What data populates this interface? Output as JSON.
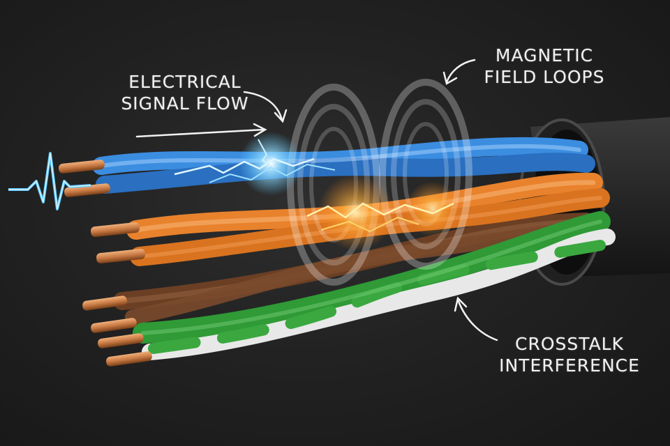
{
  "labels": {
    "electrical": {
      "line1": "ELECTRICAL",
      "line2": "SIGNAL FLOW"
    },
    "magnetic": {
      "line1": "MAGNETIC",
      "line2": "FIELD LOOPS"
    },
    "crosstalk": {
      "line1": "CROSSTALK",
      "line2": "INTERFERENCE"
    }
  },
  "colors": {
    "background": "#1e1e1e",
    "blue_wire": "#2f7fd6",
    "orange_wire": "#e8822c",
    "brown_wire": "#7a4a2c",
    "green_wire": "#3aa83f",
    "white_wire": "#e8e8e8",
    "copper": "#c97a45",
    "cable_jacket": "#2a2a2a",
    "signal_glow": "#58c8ff",
    "spark": "#ffb340"
  },
  "icons": [
    "signal-pulse-icon",
    "arrow-icon",
    "field-loop-icon",
    "spark-icon"
  ]
}
